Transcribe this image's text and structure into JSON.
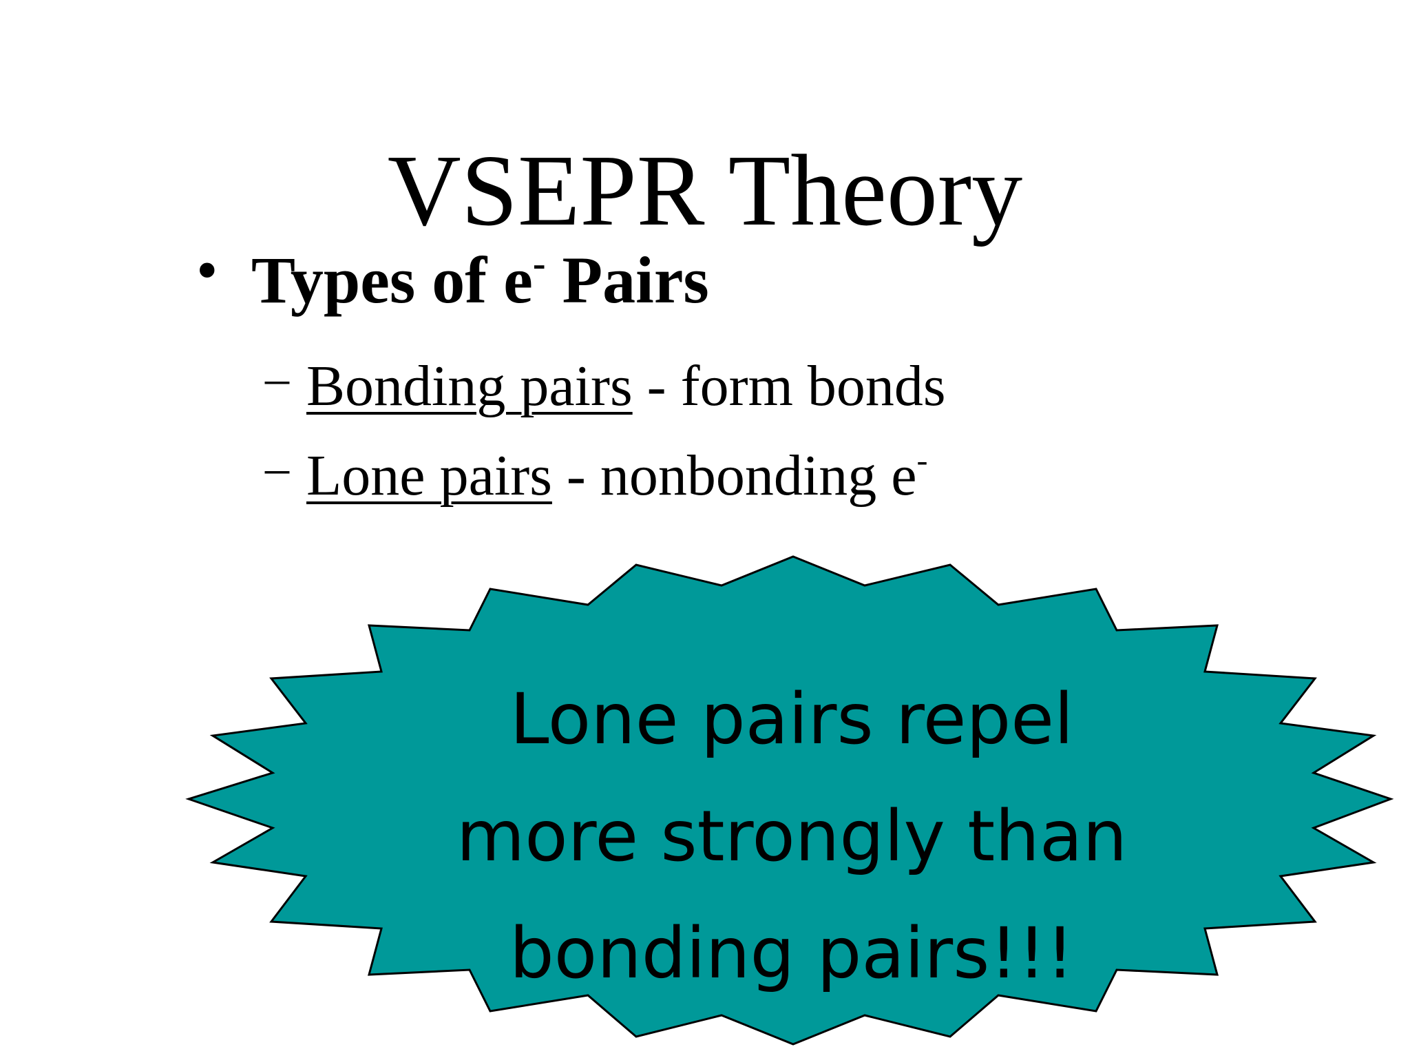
{
  "slide": {
    "title": "VSEPR Theory",
    "bullet": {
      "symbol": "•",
      "text_before_sup": "Types of e",
      "superscript": "-",
      "text_after_sup": " Pairs"
    },
    "sub_items": [
      {
        "dash": "–",
        "term": "Bonding pairs",
        "description": " - form bonds",
        "superscript": ""
      },
      {
        "dash": "–",
        "term": "Lone pairs",
        "description": " - nonbonding e",
        "superscript": "-"
      }
    ],
    "callout": {
      "lines": [
        "Lone pairs repel",
        "more strongly than",
        "bonding pairs!!!"
      ],
      "fill_color": "#009999",
      "stroke_color": "#000000"
    }
  }
}
